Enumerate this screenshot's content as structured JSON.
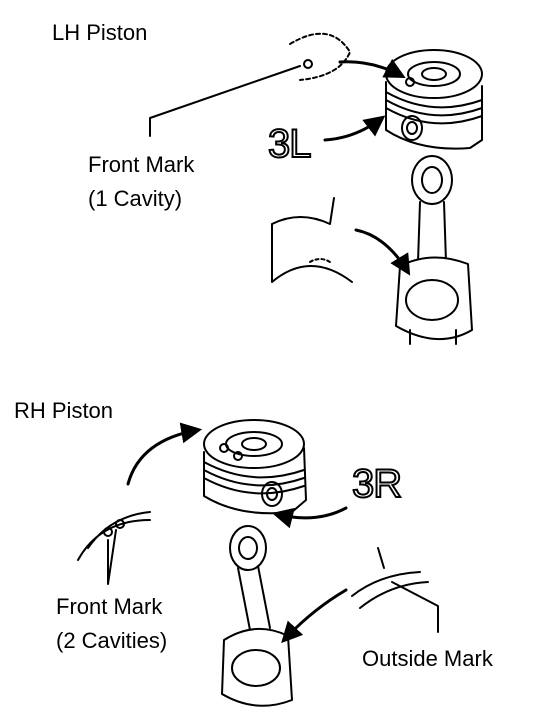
{
  "lh": {
    "title": "LH Piston",
    "front_mark": "Front Mark",
    "cavity_note": "(1 Cavity)",
    "code": "3L"
  },
  "rh": {
    "title": "RH Piston",
    "front_mark": "Front Mark",
    "cavity_note": "(2 Cavities)",
    "code": "3R",
    "outside_mark": "Outside Mark"
  }
}
